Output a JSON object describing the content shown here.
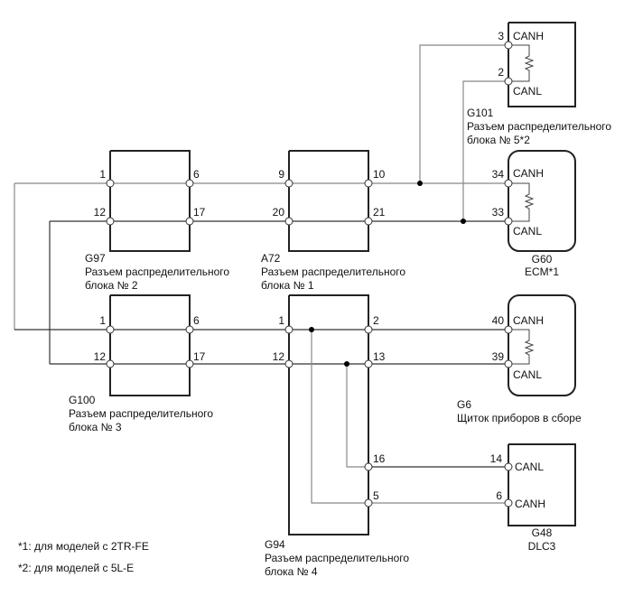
{
  "diagram": {
    "type": "wiring-diagram",
    "connectors": {
      "g101": {
        "id": "G101",
        "name": "Разъем распределительного",
        "name2": "блока № 5*2",
        "pins": [
          {
            "num": "3",
            "signal": "CANH"
          },
          {
            "num": "2",
            "signal": "CANL"
          }
        ]
      },
      "g60": {
        "id": "G60",
        "name": "ECM*1",
        "pins": [
          {
            "num": "34",
            "signal": "CANH"
          },
          {
            "num": "33",
            "signal": "CANL"
          }
        ]
      },
      "g97": {
        "id": "G97",
        "name": "Разъем распределительного",
        "name2": "блока № 2",
        "pins": [
          {
            "num": "1"
          },
          {
            "num": "6"
          },
          {
            "num": "12"
          },
          {
            "num": "17"
          }
        ]
      },
      "a72": {
        "id": "A72",
        "name": "Разъем распределительного",
        "name2": "блока № 1",
        "pins": [
          {
            "num": "9"
          },
          {
            "num": "10"
          },
          {
            "num": "20"
          },
          {
            "num": "21"
          }
        ]
      },
      "g100": {
        "id": "G100",
        "name": "Разъем распределительного",
        "name2": "блока № 3",
        "pins": [
          {
            "num": "1"
          },
          {
            "num": "6"
          },
          {
            "num": "12"
          },
          {
            "num": "17"
          }
        ]
      },
      "g94": {
        "id": "G94",
        "name": "Разъем распределительного",
        "name2": "блока № 4",
        "pins": [
          {
            "num": "1"
          },
          {
            "num": "2"
          },
          {
            "num": "12"
          },
          {
            "num": "13"
          },
          {
            "num": "16"
          },
          {
            "num": "5"
          }
        ]
      },
      "g6": {
        "id": "G6",
        "name": "Щиток приборов в сборе",
        "pins": [
          {
            "num": "40",
            "signal": "CANH"
          },
          {
            "num": "39",
            "signal": "CANL"
          }
        ]
      },
      "g48": {
        "id": "G48",
        "name": "DLC3",
        "pins": [
          {
            "num": "14",
            "signal": "CANL"
          },
          {
            "num": "6",
            "signal": "CANH"
          }
        ]
      }
    },
    "footnotes": [
      "*1: для моделей с 2TR-FE",
      "*2: для моделей с 5L-E"
    ]
  }
}
